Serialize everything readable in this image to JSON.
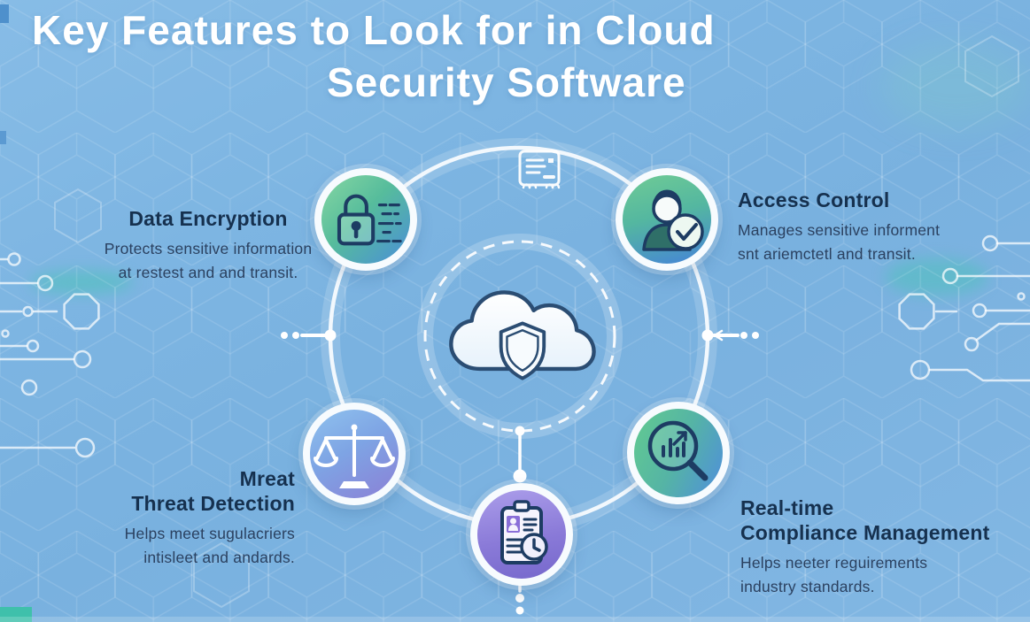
{
  "title": {
    "line1": "Key Features to Look for in Cloud",
    "line2": "Security Software"
  },
  "features": [
    {
      "name": "Data Encryption",
      "heading": "Data Encryption",
      "body_line1": "Protects sensitive information",
      "body_line2": "at restest and and transit.",
      "icon": "padlock-encryption-icon"
    },
    {
      "name": "Access Control",
      "heading": "Access Control",
      "body_line1": "Manages sensitive informent",
      "body_line2": "snt ariemctetl and transit.",
      "icon": "user-check-icon"
    },
    {
      "name": "Threat Detection",
      "heading_line1": "Mreat",
      "heading_line2": "Threat Detection",
      "body_line1": "Helps meet sugulacriers",
      "body_line2": "intisleet and andards.",
      "icon": "scales-icon"
    },
    {
      "name": "Compliance Management",
      "heading_line1": "Real-time",
      "heading_line2": "Compliance Management",
      "body_line1": "Helps neeter reguirements",
      "body_line2": "industry standards.",
      "icon": "magnifier-bar-chart-icon"
    }
  ],
  "center_hub": {
    "icon": "cloud-shield-icon"
  },
  "satellite_icons": [
    {
      "icon": "document-icon"
    },
    {
      "icon": "clipboard-clock-icon"
    }
  ],
  "colors": {
    "background": "#7cb4e0",
    "title_text": "#ffffff",
    "heading_text": "#16314f",
    "body_text": "#2b4160",
    "icon_outline": "#1d3c63",
    "ring_white": "#f2f8fd",
    "teal_accent": "#3fc0ab",
    "gradient_green": "#5ec98e",
    "gradient_blue": "#4a8ed9",
    "gradient_purple": "#8a7ad8"
  }
}
